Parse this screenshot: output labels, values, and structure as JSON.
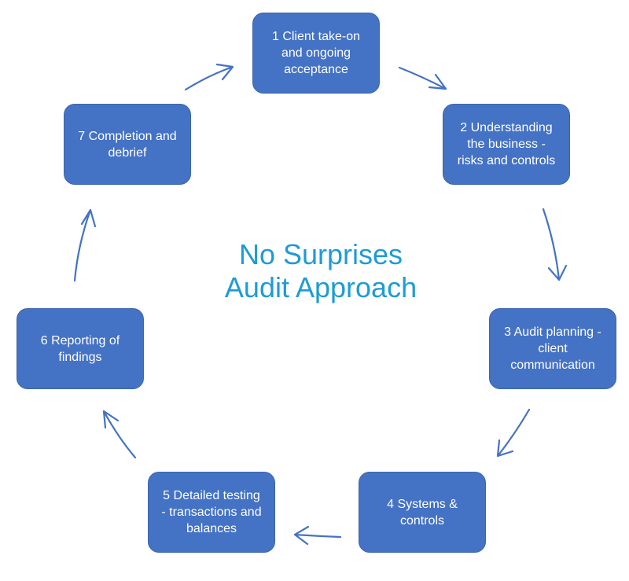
{
  "colors": {
    "box_fill": "#4472C4",
    "box_border": "#3c65ae",
    "arrow": "#4472C4",
    "title": "#1E9BD7"
  },
  "title": "No Surprises\nAudit Approach",
  "steps": [
    {
      "label": "1 Client take-on\nand ongoing\nacceptance"
    },
    {
      "label": "2 Understanding\nthe  business -\nrisks and controls"
    },
    {
      "label": "3  Audit planning -\nclient\ncommunication"
    },
    {
      "label": "4 Systems &\ncontrols"
    },
    {
      "label": "5 Detailed testing\n- transactions and\nbalances"
    },
    {
      "label": "6 Reporting of\nfindings"
    },
    {
      "label": "7 Completion and\ndebrief"
    }
  ]
}
